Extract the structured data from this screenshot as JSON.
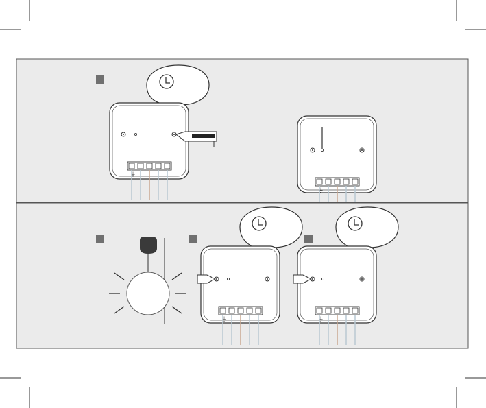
{
  "figure": {
    "description_none": "",
    "step_marker_color": "#707070",
    "panel_background": "#ebebeb",
    "stroke_color": "#333333",
    "wire_colors": [
      "#b9c8d2",
      "#b9c8d2",
      "#c9a891",
      "#b9c8d2",
      "#b9c8d2"
    ],
    "icons": {
      "timer": "clock-icon",
      "tool": "screwdriver-icon",
      "lamp": "light-bulb-icon"
    },
    "steps": [
      {
        "id": "top-left",
        "has_marker": true,
        "has_timer_bubble": true,
        "tool": "screwdriver"
      },
      {
        "id": "top-right",
        "has_marker": false,
        "has_timer_bubble": false,
        "tool": "pin"
      },
      {
        "id": "bottom-lamp",
        "has_marker": true,
        "has_timer_bubble": false,
        "tool": "lamp"
      },
      {
        "id": "bottom-mid",
        "has_marker": true,
        "has_timer_bubble": true,
        "tool": "screwdriver"
      },
      {
        "id": "bottom-right",
        "has_marker": true,
        "has_timer_bubble": true,
        "tool": "screwdriver"
      }
    ]
  }
}
